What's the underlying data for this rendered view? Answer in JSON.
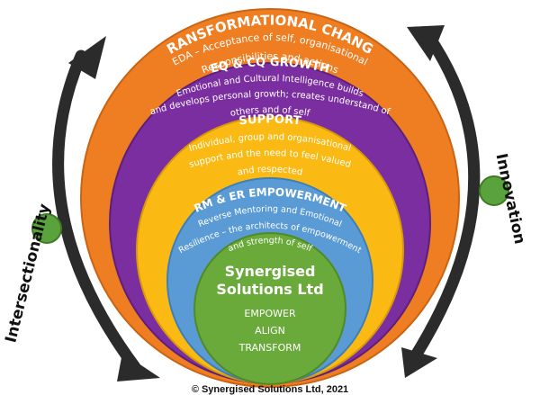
{
  "colors": {
    "transformational": "#ef7d22",
    "growth": "#7a2ea0",
    "support": "#fbb914",
    "empowerment": "#5b9bd5",
    "core": "#6aaa3a",
    "arrow": "#2b2b2b",
    "knob": "#5aa33c"
  },
  "layers": {
    "transformational": {
      "title": "TRANSFORMATIONAL CHANGE",
      "line1": "EDA – Acceptance of self, organisational",
      "line2": "Responsibilities and actions"
    },
    "growth": {
      "title": "EQ & CQ GROWTH",
      "line1": "Emotional and Cultural Intelligence builds",
      "line2": "and develops personal growth; creates understand of",
      "line3": "others and of self"
    },
    "support": {
      "title": "SUPPORT",
      "line1": "Individual, group and organisational",
      "line2": "support and the need to feel valued",
      "line3": "and respected"
    },
    "empowerment": {
      "title": "RM & ER EMPOWERMENT",
      "line1": "Reverse Mentoring and Emotional",
      "line2": "Resilience – the architects of empowerment",
      "line3": "and strength of self"
    },
    "core": {
      "title_line1": "Synergised",
      "title_line2": "Solutions Ltd",
      "item1": "EMPOWER",
      "item2": "ALIGN",
      "item3": "TRANSFORM"
    }
  },
  "left_label": "Intersectionality",
  "right_label": "Innovation",
  "footer": "© Synergised Solutions Ltd, 2021"
}
